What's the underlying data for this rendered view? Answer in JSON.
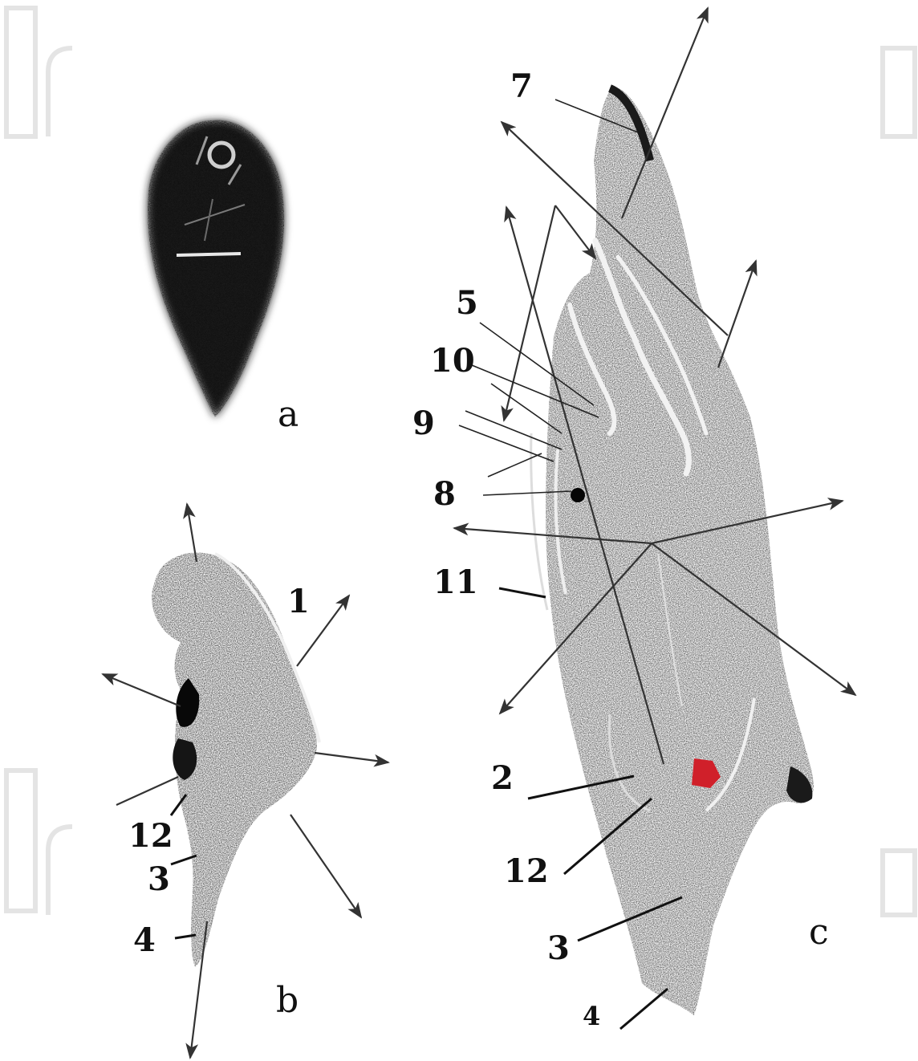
{
  "figure": {
    "panels": [
      {
        "id": "a",
        "letter": "a"
      },
      {
        "id": "b",
        "letter": "b"
      },
      {
        "id": "c",
        "letter": "c"
      }
    ],
    "labels": {
      "b": [
        "1",
        "12",
        "3",
        "4"
      ],
      "c": [
        "7",
        "5",
        "10",
        "9",
        "8",
        "11",
        "2",
        "12",
        "3",
        "4"
      ]
    }
  },
  "colors": {
    "tissue": "#2a2a2a",
    "tissue_light": "#5a5a5a",
    "ink": "#111111",
    "highlight": "#d0202a",
    "watermark": "#e6e6e6"
  }
}
